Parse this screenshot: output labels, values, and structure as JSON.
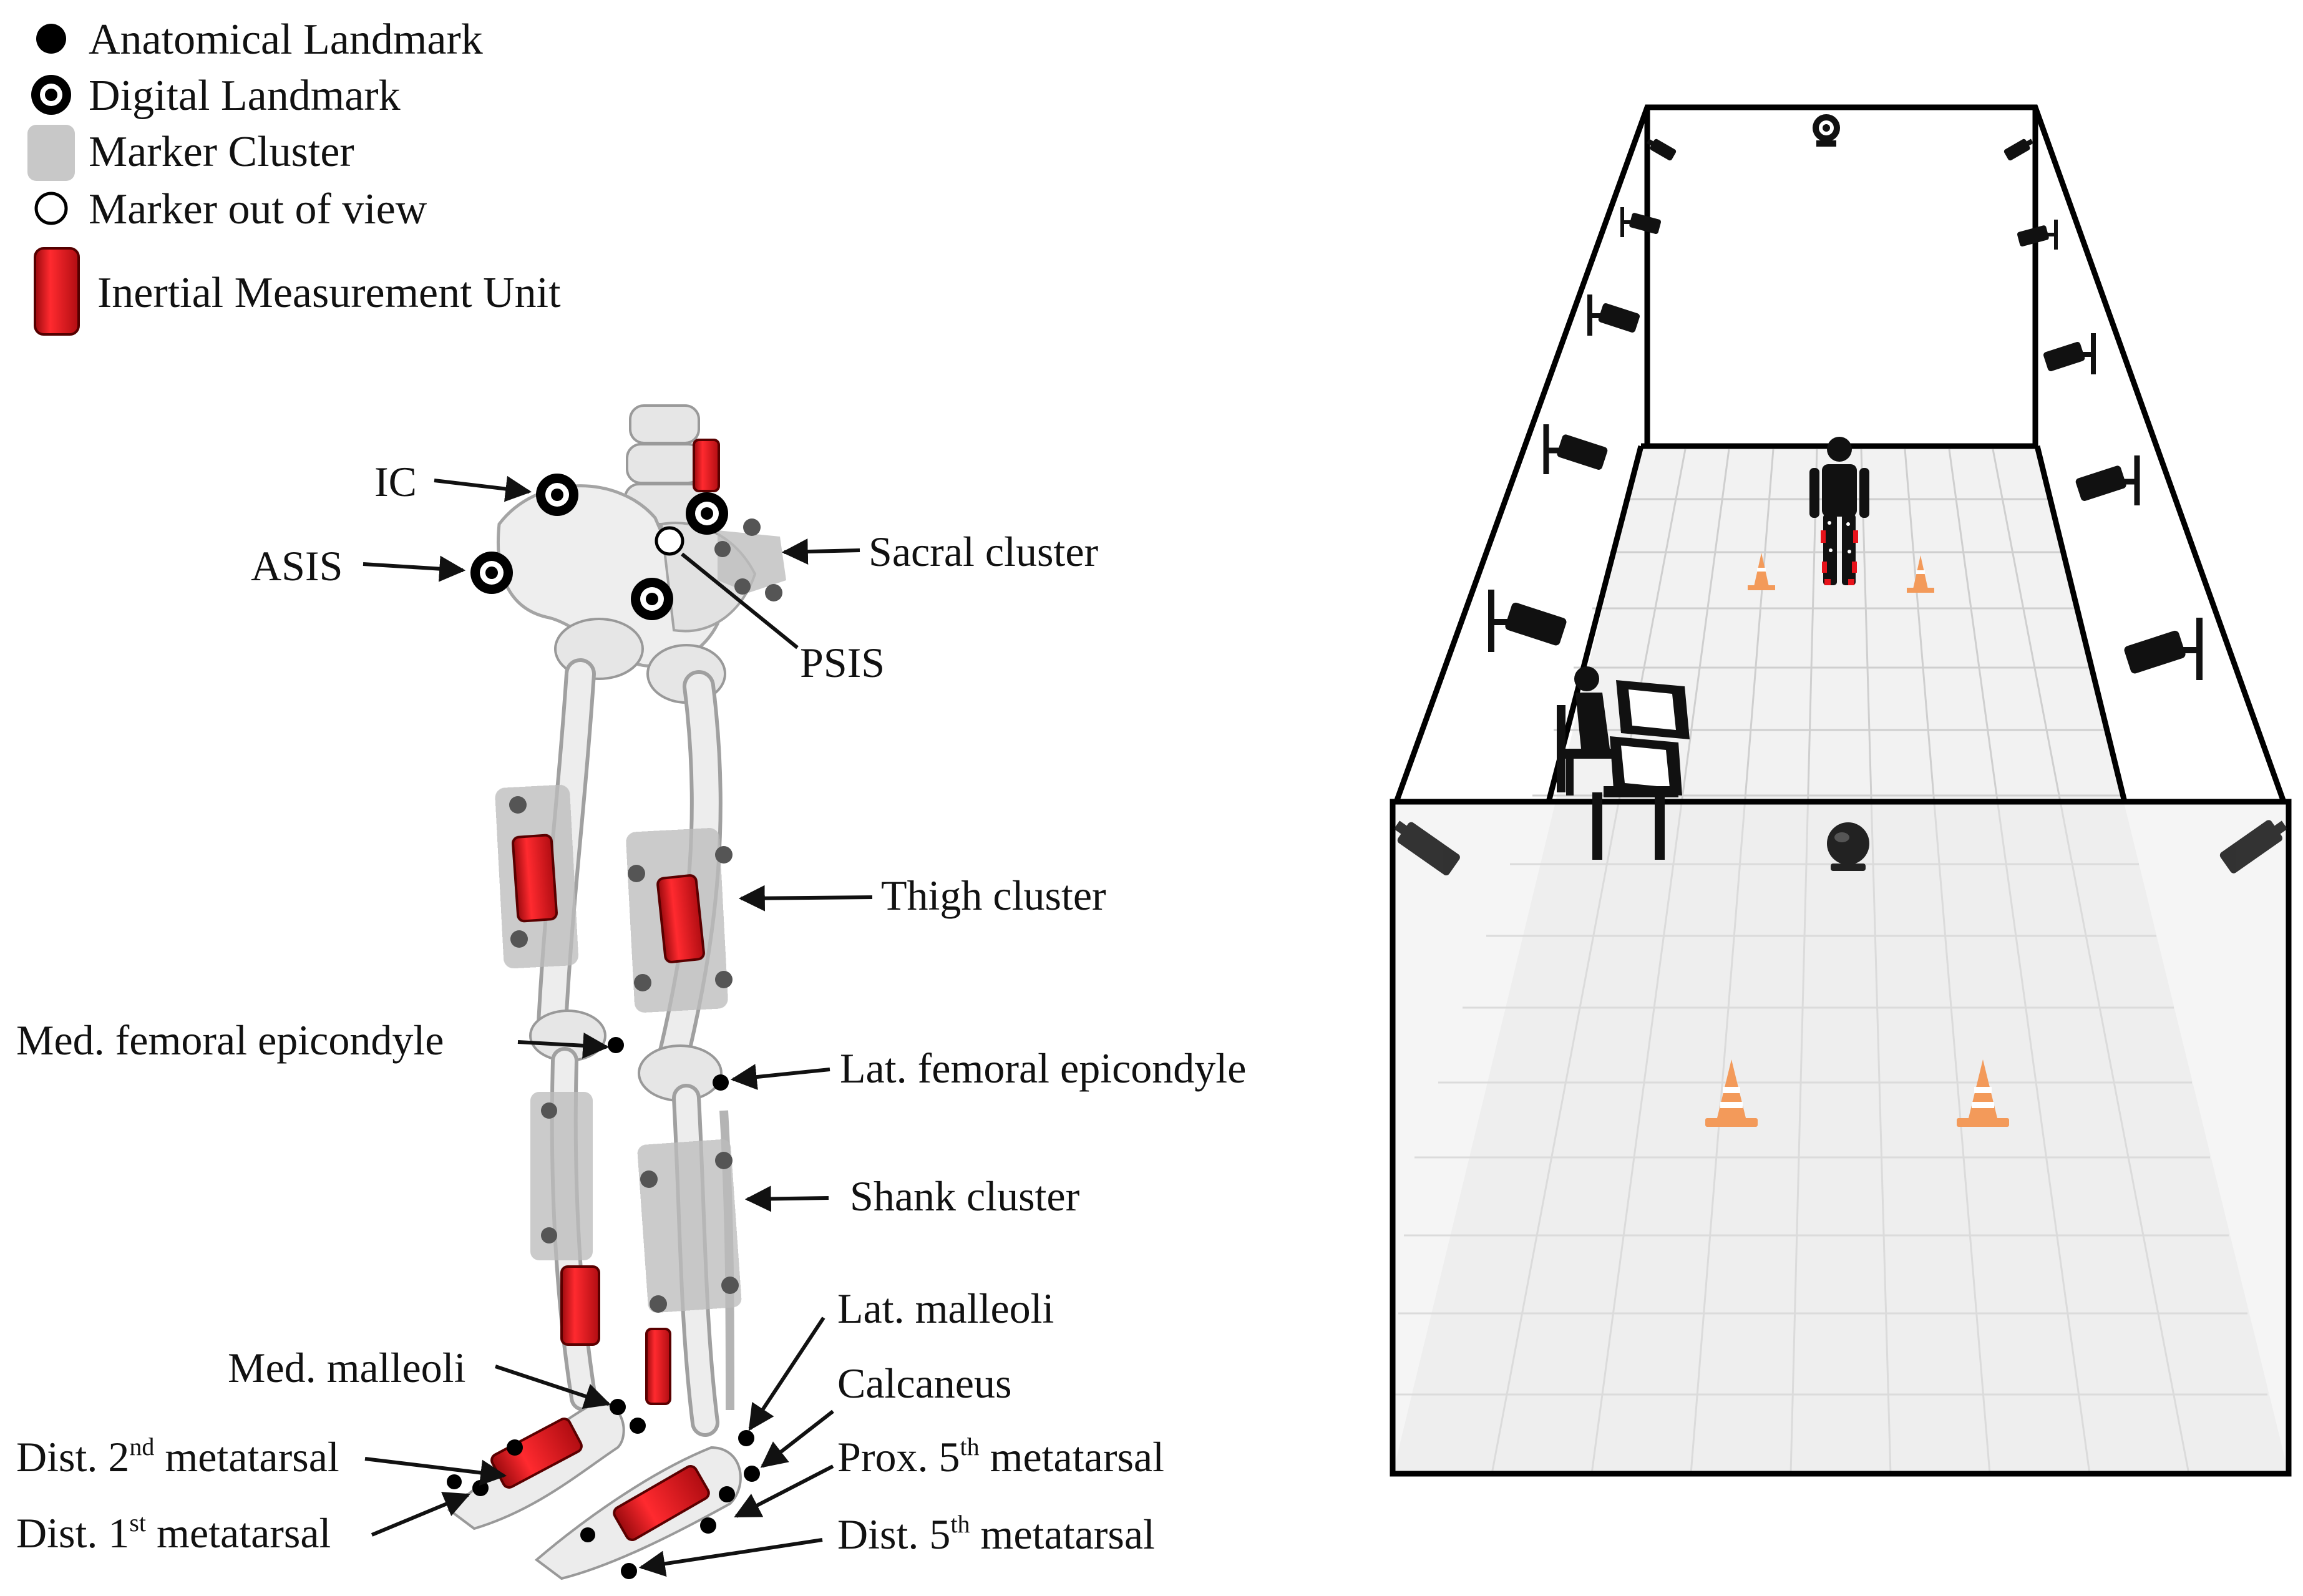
{
  "legend": {
    "anatomical": "Anatomical Landmark",
    "digital": "Digital Landmark",
    "cluster": "Marker Cluster",
    "out_of_view": "Marker out of view",
    "imu": "Inertial Measurement Unit"
  },
  "labels": {
    "ic": "IC",
    "asis": "ASIS",
    "sacral_cluster": "Sacral cluster",
    "psis": "PSIS",
    "thigh_cluster": "Thigh cluster",
    "med_femoral": "Med. femoral epicondyle",
    "lat_femoral": "Lat. femoral epicondyle",
    "shank_cluster": "Shank cluster",
    "lat_malleoli": "Lat. malleoli",
    "med_malleoli": "Med. malleoli",
    "calcaneus": "Calcaneus",
    "dist2_pre": "Dist. 2",
    "dist2_sup": "nd",
    "dist2_post": " metatarsal",
    "prox5_pre": "Prox. 5",
    "prox5_sup": "th",
    "prox5_post": " metatarsal",
    "dist1_pre": "Dist. 1",
    "dist1_sup": "st",
    "dist1_post": " metatarsal",
    "dist5_pre": "Dist. 5",
    "dist5_sup": "th",
    "dist5_post": " metatarsal"
  },
  "colors": {
    "imu_red": "#e8131b",
    "cluster_gray": "#c8c8c8",
    "cone_orange": "#f39a5a",
    "bone": "#e9e9e9",
    "grid": "#d0d0d0"
  },
  "icons": {
    "camera": "security-camera-icon",
    "webcam": "webcam-icon",
    "cone": "traffic-cone-icon",
    "person": "person-icon",
    "operator": "seated-operator-icon"
  }
}
